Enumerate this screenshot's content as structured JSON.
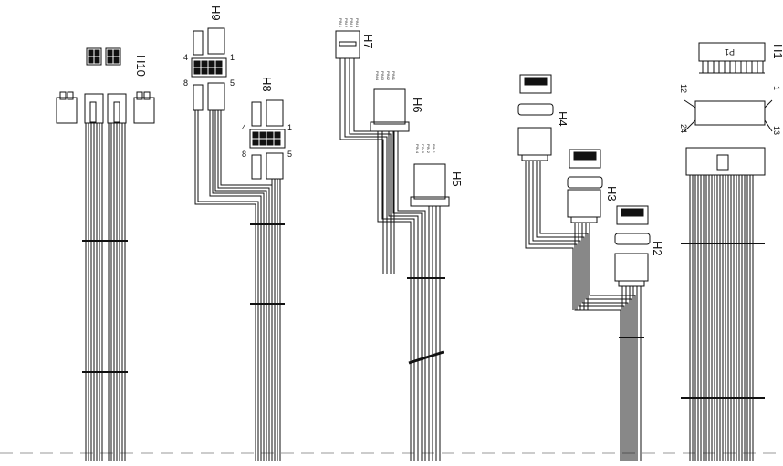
{
  "diagram": {
    "connector_labels": {
      "h1": "H1",
      "h2": "H2",
      "h3": "H3",
      "h4": "H4",
      "h5": "H5",
      "h6": "H6",
      "h7": "H7",
      "h8": "H8",
      "h9": "H9",
      "h10": "H10"
    },
    "p1_label": "P1",
    "atx_pins": {
      "pin1": "1",
      "pin12": "12",
      "pin13": "13",
      "pin24": "24"
    },
    "eps_pins": {
      "pin1": "1",
      "pin4": "4",
      "pin5": "5",
      "pin8": "8"
    },
    "molex_pins": [
      "PIN 1",
      "PIN 2",
      "PIN 3",
      "PIN 4"
    ],
    "line_color": "#111111",
    "background": "#ffffff"
  }
}
